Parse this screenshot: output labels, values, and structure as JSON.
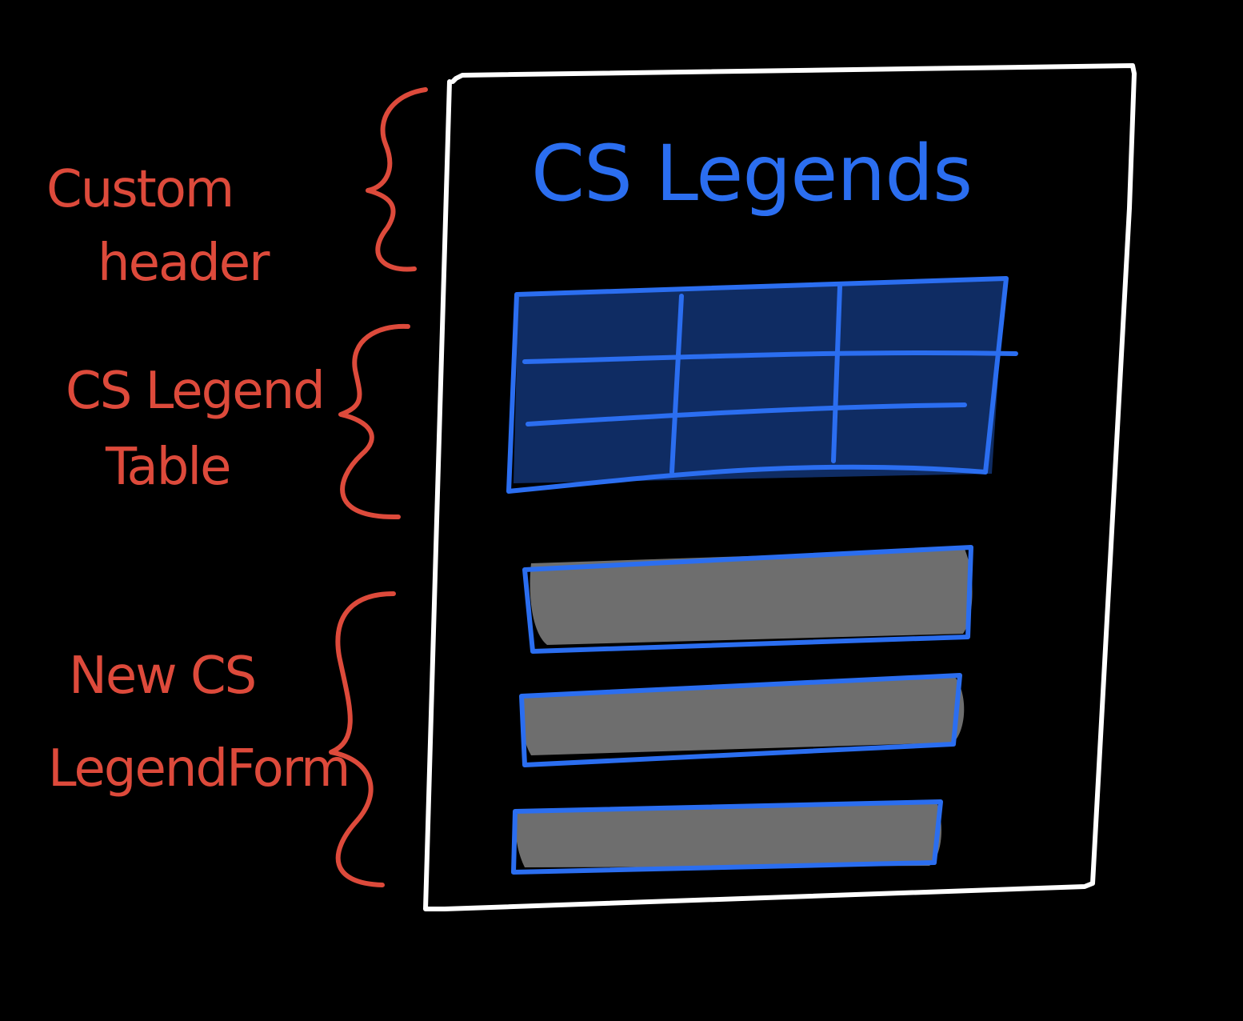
{
  "sketch": {
    "title": "CS Legends",
    "annotations": {
      "header": [
        "Custom",
        "header"
      ],
      "table": [
        "CS Legend",
        "Table"
      ],
      "form": [
        "New CS",
        "LegendForm"
      ]
    },
    "colors": {
      "background": "#000000",
      "annotation": "#dd4a3b",
      "accent": "#2b6ef0",
      "table_fill": "#0f2c63",
      "field_fill": "#6e6e6e",
      "frame": "#ffffff"
    },
    "table": {
      "rows": 3,
      "columns": 3
    },
    "form": {
      "field_count": 3
    }
  }
}
